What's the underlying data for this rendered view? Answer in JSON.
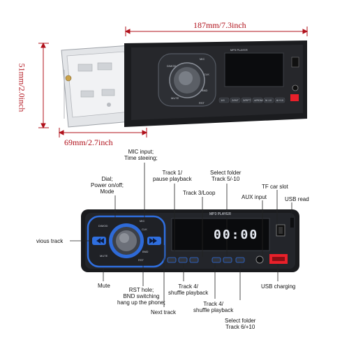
{
  "dimensions": {
    "width": "187mm/7.3inch",
    "height": "51mm/2.0inch",
    "depth": "69mm/2.7inch"
  },
  "device": {
    "panel_title": "MP3 PLAYER",
    "display_readout": "00:00",
    "top_view_keys": [
      "1/II",
      "2/INT",
      "3/RPT",
      "4/RDM",
      "5/-10",
      "6/+10"
    ],
    "knob_labels": [
      "D/MOD",
      "MIC",
      "CLK",
      "MUTE",
      "BND",
      "RST"
    ],
    "accent_color": "#2f6fe0",
    "usb_charging_color": "#e8202a"
  },
  "callouts": {
    "mic": "MIC input;\nTime steeing;",
    "dial": "Dial;\nPower on/off;\nMode",
    "track1": "Track 1/\npause playback",
    "track3": "Track 3/Loop",
    "folder_up": "Select folder\nTrack 5/-10",
    "aux": "AUX input",
    "tf": "TF car slot",
    "usb_read": "USB read",
    "previous": "vious track",
    "mute": "Mute",
    "rst": "RST hole;\nBND switching\nhang up the phone;",
    "next": "Next track",
    "track4a": "Track 4/\nshuffle playback",
    "track4b": "Track 4/\nshuffle playback",
    "folder_down": "Select folder\nTrack 6/+10",
    "usb_charging": "USB charging"
  }
}
